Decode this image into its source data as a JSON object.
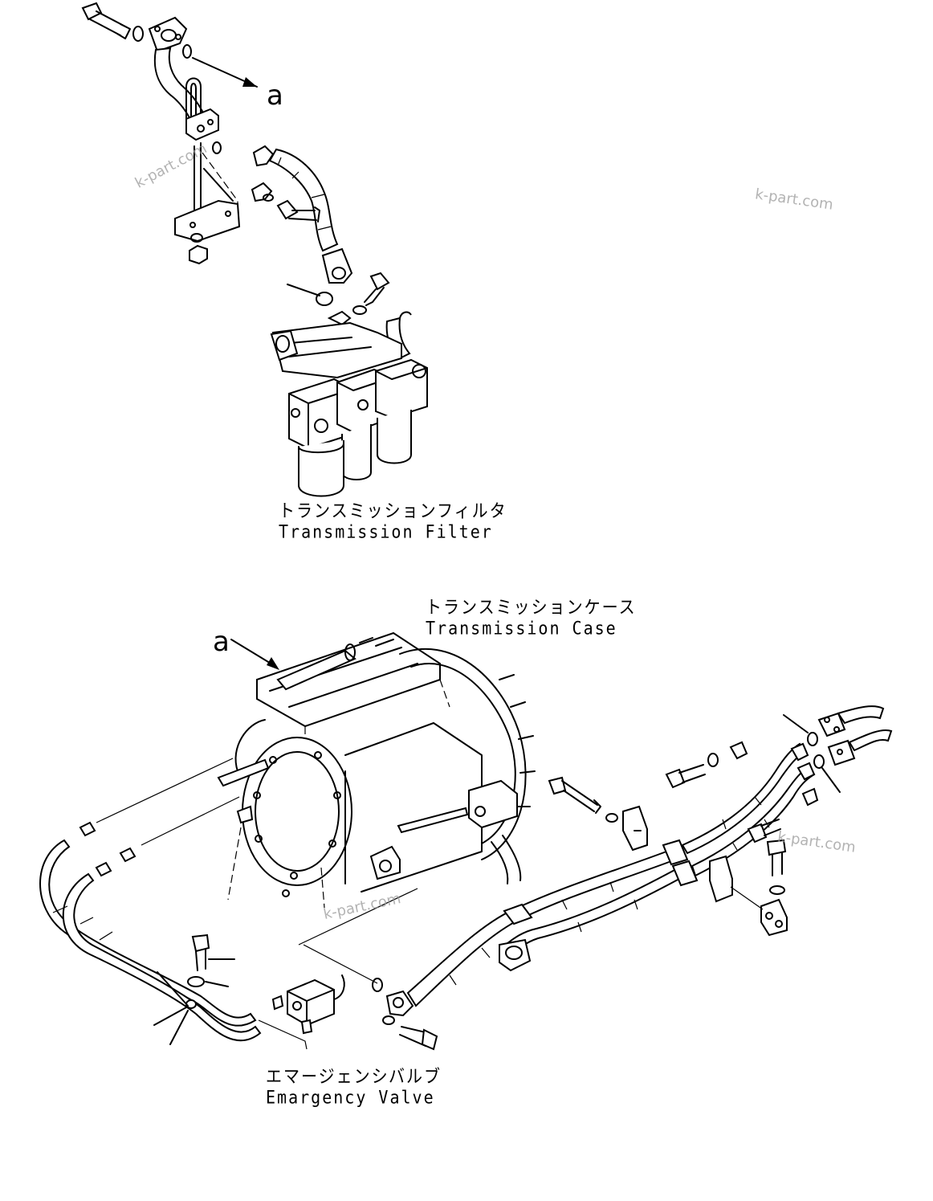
{
  "labels": {
    "filter_jp": "トランスミッションフィルタ",
    "filter_en": "Transmission Filter",
    "case_jp": "トランスミッションケース",
    "case_en": "Transmission Case",
    "valve_jp": "エマージェンシバルブ",
    "valve_en": "Emargency Valve"
  },
  "callouts": {
    "upper": "a",
    "lower": "a"
  },
  "watermarks": [
    "k-part.com",
    "k-part.com",
    "k-part.com",
    "k-part.com"
  ],
  "colors": {
    "line": "#000000",
    "background": "#ffffff",
    "watermark": "#9a9a9a"
  }
}
